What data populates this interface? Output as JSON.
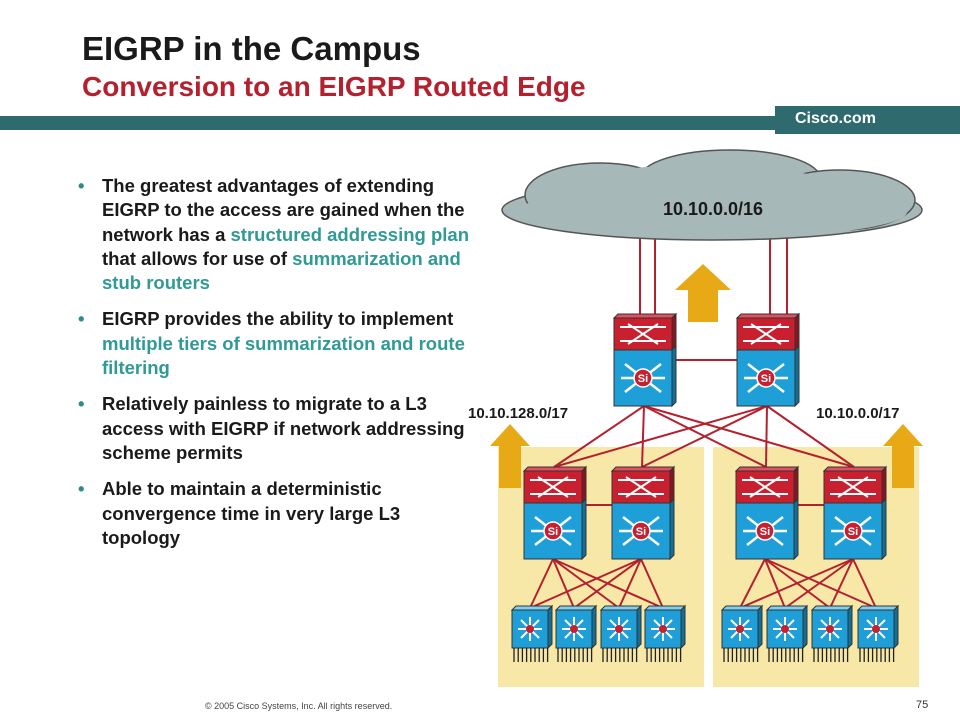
{
  "header": {
    "title": "EIGRP in the Campus",
    "subtitle": "Conversion to an EIGRP Routed Edge",
    "brand": "Cisco.com"
  },
  "bullets": [
    {
      "parts": [
        {
          "text": "The greatest advantages of extending EIGRP to the access are gained when the network has a ",
          "hl": false
        },
        {
          "text": "structured addressing plan",
          "hl": true
        },
        {
          "text": " that allows for use of ",
          "hl": false
        },
        {
          "text": "summarization and stub routers",
          "hl": true
        }
      ]
    },
    {
      "parts": [
        {
          "text": "EIGRP provides the ability to implement ",
          "hl": false
        },
        {
          "text": "multiple tiers of summarization and route filtering",
          "hl": true
        }
      ]
    },
    {
      "parts": [
        {
          "text": "Relatively painless to migrate to a L3 access with EIGRP if network addressing scheme permits",
          "hl": false
        }
      ]
    },
    {
      "parts": [
        {
          "text": "Able to maintain a deterministic convergence time in very large L3 topology",
          "hl": false
        }
      ]
    }
  ],
  "diagram": {
    "cloud_label": "10.10.0.0/16",
    "left_subnet_label": "10.10.128.0/17",
    "right_subnet_label": "10.10.0.0/17",
    "switch_badge": "Si",
    "colors": {
      "link": "#b5202e",
      "arrow": "#e8a916",
      "zone": "#f8e8a8",
      "cloud": "#a6b8b8",
      "switch": "#1f9fd8",
      "router": "#c8202e"
    }
  },
  "footer": {
    "copyright": "© 2005 Cisco Systems, Inc. All rights reserved.",
    "page_number": "75"
  }
}
